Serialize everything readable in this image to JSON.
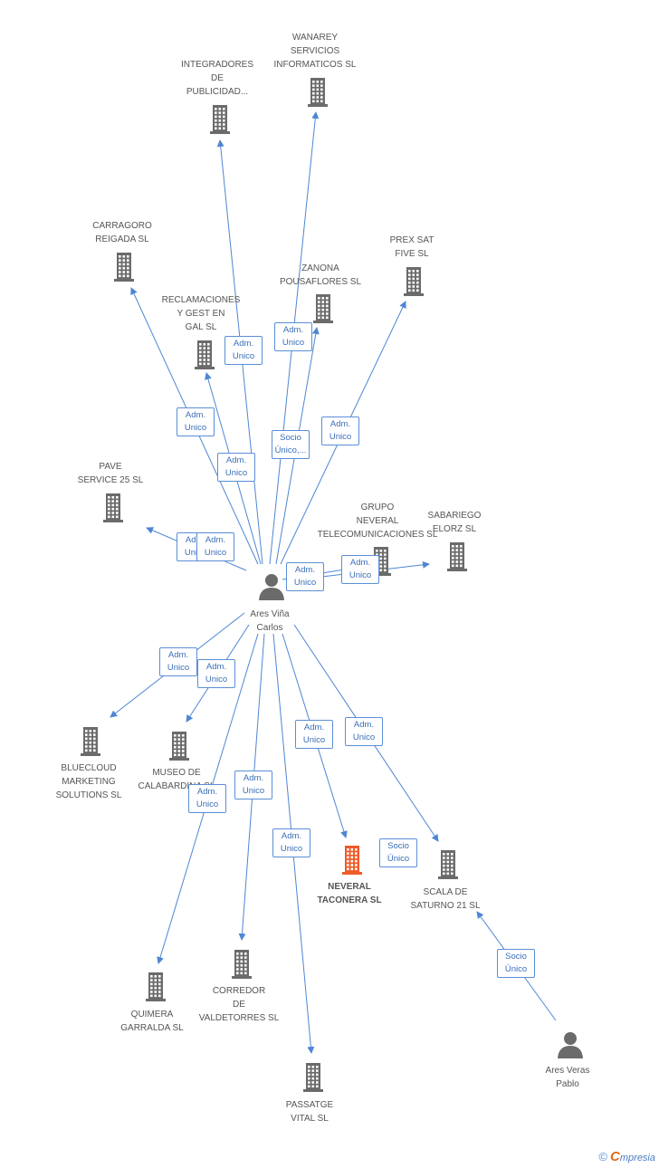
{
  "colors": {
    "edge": "#4f86d4",
    "company": "#6b6b6b",
    "highlight": "#f05a28",
    "person": "#6b6b6b",
    "label_border": "#5a8fd6"
  },
  "nodes": [
    {
      "id": "wanarey",
      "type": "company",
      "label": "WANAREY\nSERVICIOS\nINFORMATICOS SL"
    },
    {
      "id": "integradores",
      "type": "company",
      "label": "INTEGRADORES\nDE\nPUBLICIDAD..."
    },
    {
      "id": "carragoro",
      "type": "company",
      "label": "CARRAGORO\nREIGADA SL"
    },
    {
      "id": "prex",
      "type": "company",
      "label": "PREX SAT\nFIVE SL"
    },
    {
      "id": "zanona",
      "type": "company",
      "label": "ZANONA\nPOUSAFLORES SL"
    },
    {
      "id": "reclamaciones",
      "type": "company",
      "label": "RECLAMACIONES\nY GEST EN\nGAL  SL"
    },
    {
      "id": "pave",
      "type": "company",
      "label": "PAVE\nSERVICE 25 SL"
    },
    {
      "id": "grupo",
      "type": "company",
      "label": "GRUPO\nNEVERAL\nTELECOMUNICACIONES SL"
    },
    {
      "id": "sabariego",
      "type": "company",
      "label": "SABARIEGO\nELORZ SL"
    },
    {
      "id": "ares_carlos",
      "type": "person",
      "label": "Ares Viña\nCarlos"
    },
    {
      "id": "bluecloud",
      "type": "company",
      "label": "BLUECLOUD\nMARKETING\nSOLUTIONS SL"
    },
    {
      "id": "museo",
      "type": "company",
      "label": "MUSEO DE\nCALABARDINA SL"
    },
    {
      "id": "neveral",
      "type": "highlight",
      "label": "NEVERAL\nTACONERA SL"
    },
    {
      "id": "scala",
      "type": "company",
      "label": "SCALA DE\nSATURNO 21 SL"
    },
    {
      "id": "quimera",
      "type": "company",
      "label": "QUIMERA\nGARRALDA SL"
    },
    {
      "id": "corredor",
      "type": "company",
      "label": "CORREDOR\nDE\nVALDETORRES SL"
    },
    {
      "id": "passatge",
      "type": "company",
      "label": "PASSATGE\nVITAL SL"
    },
    {
      "id": "ares_pablo",
      "type": "person",
      "label": "Ares Veras\nPablo"
    }
  ],
  "edges": [
    {
      "from": "ares_carlos",
      "to": "integradores",
      "label": "Adm.\nUnico"
    },
    {
      "from": "ares_carlos",
      "to": "wanarey",
      "label": "Adm.\nUnico"
    },
    {
      "from": "ares_carlos",
      "to": "carragoro",
      "label": "Adm.\nUnico"
    },
    {
      "from": "ares_carlos",
      "to": "reclamaciones",
      "label": "Adm.\nUnico"
    },
    {
      "from": "ares_carlos",
      "to": "zanona",
      "label": "Socio\nÚnico,..."
    },
    {
      "from": "ares_carlos",
      "to": "prex",
      "label": "Adm.\nUnico"
    },
    {
      "from": "ares_carlos",
      "to": "pave",
      "label": "Adm.\nUnico"
    },
    {
      "from": "ares_carlos",
      "to": "grupo",
      "label": "Adm.\nUnico"
    },
    {
      "from": "ares_carlos",
      "to": "sabariego",
      "label": "Adm.\nUnico"
    },
    {
      "from": "ares_carlos",
      "to": "bluecloud",
      "label": "Adm.\nUnico"
    },
    {
      "from": "ares_carlos",
      "to": "museo",
      "label": "Adm.\nUnico"
    },
    {
      "from": "ares_carlos",
      "to": "quimera",
      "label": "Adm.\nUnico"
    },
    {
      "from": "ares_carlos",
      "to": "corredor",
      "label": "Adm.\nUnico"
    },
    {
      "from": "ares_carlos",
      "to": "passatge",
      "label": "Adm.\nUnico"
    },
    {
      "from": "ares_carlos",
      "to": "neveral",
      "label": "Adm.\nUnico"
    },
    {
      "from": "ares_carlos",
      "to": "scala",
      "label": "Adm.\nUnico"
    },
    {
      "from": "ares_pablo",
      "to": "scala",
      "label": "Socio\nÚnico"
    }
  ],
  "extra_labels": [
    {
      "label": "Adm.\nUnico"
    },
    {
      "label": "Socio\nÚnico"
    }
  ],
  "footer": {
    "copyright": "©",
    "brand_initial": "C",
    "brand_rest": "mpresia"
  }
}
